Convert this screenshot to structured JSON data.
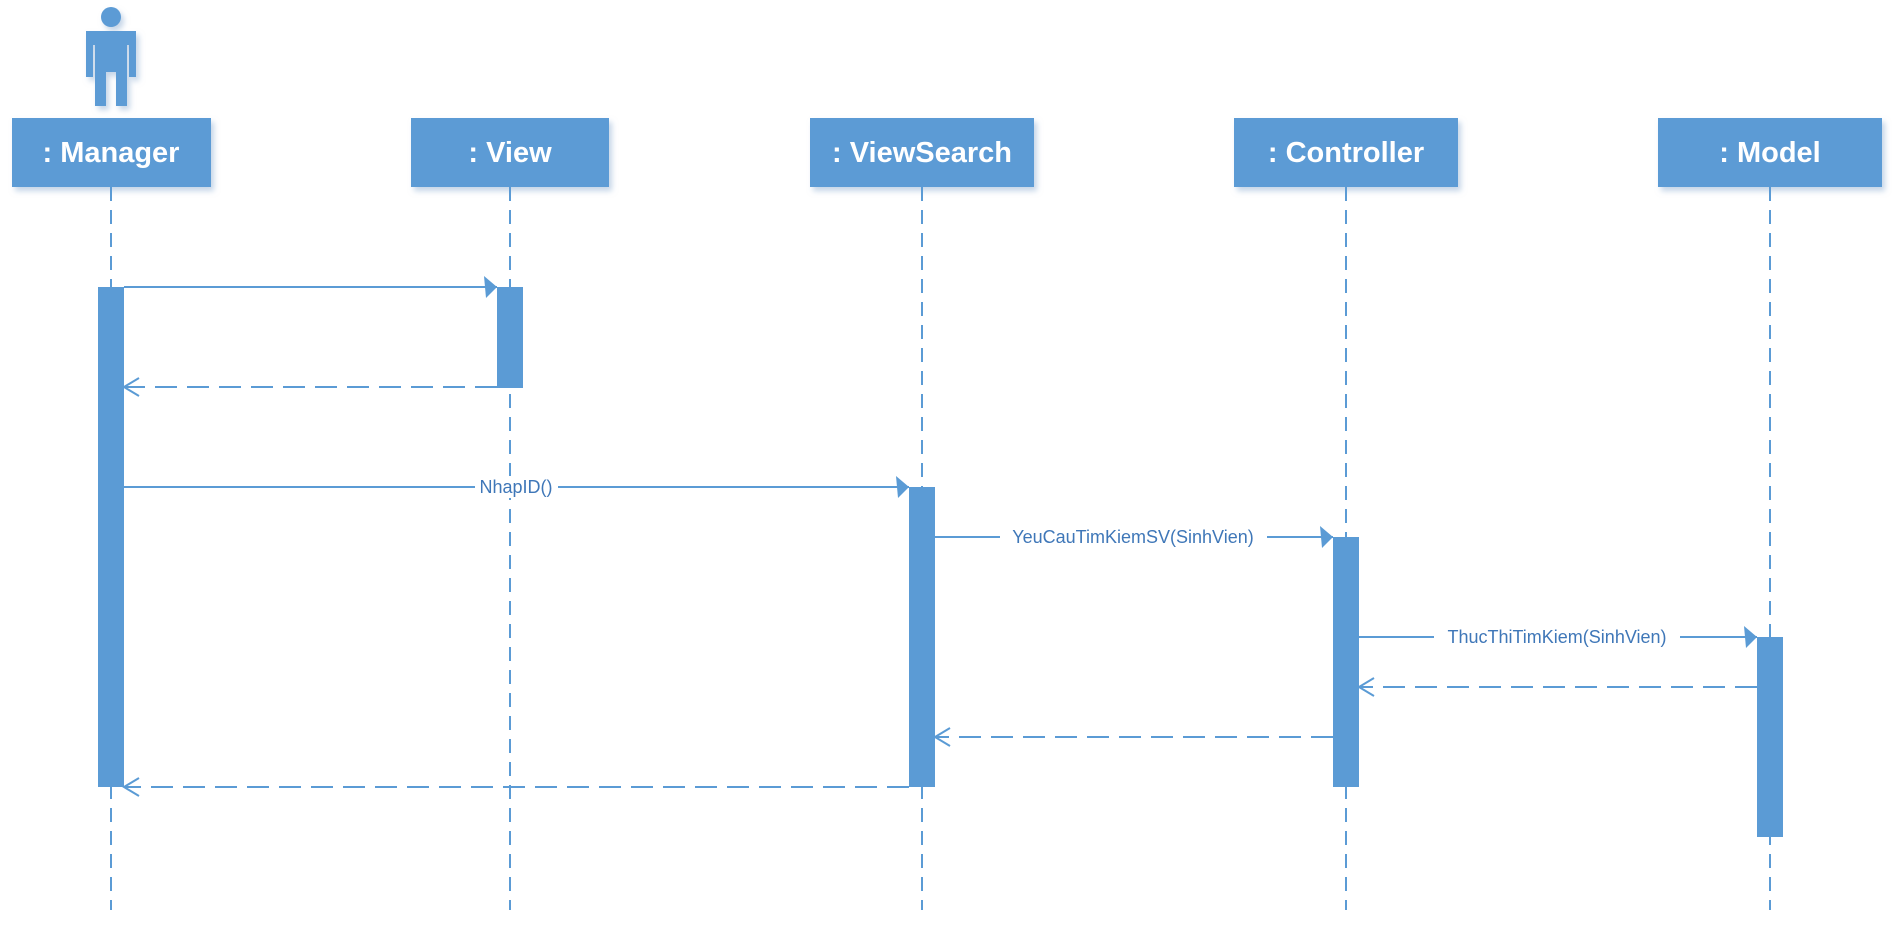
{
  "diagram": {
    "type": "sequence",
    "color": "#5b9bd5",
    "label_color": "#3f77b8",
    "actor": {
      "icon": "actor-stick-figure-icon"
    },
    "lifelines": [
      {
        "label": ": Manager"
      },
      {
        "label": ": View"
      },
      {
        "label": ": ViewSearch"
      },
      {
        "label": ": Controller"
      },
      {
        "label": ": Model"
      }
    ],
    "messages": [
      {
        "from": ": Manager",
        "to": ": View",
        "label": "",
        "kind": "call"
      },
      {
        "from": ": View",
        "to": ": Manager",
        "label": "",
        "kind": "return"
      },
      {
        "from": ": Manager",
        "to": ": ViewSearch",
        "label": "NhapID()",
        "kind": "call"
      },
      {
        "from": ": ViewSearch",
        "to": ": Controller",
        "label": "YeuCauTimKiemSV(SinhVien)",
        "kind": "call"
      },
      {
        "from": ": Controller",
        "to": ": Model",
        "label": "ThucThiTimKiem(SinhVien)",
        "kind": "call"
      },
      {
        "from": ": Model",
        "to": ": Controller",
        "label": "",
        "kind": "return"
      },
      {
        "from": ": Controller",
        "to": ": ViewSearch",
        "label": "",
        "kind": "return"
      },
      {
        "from": ": ViewSearch",
        "to": ": Manager",
        "label": "",
        "kind": "return"
      }
    ]
  }
}
